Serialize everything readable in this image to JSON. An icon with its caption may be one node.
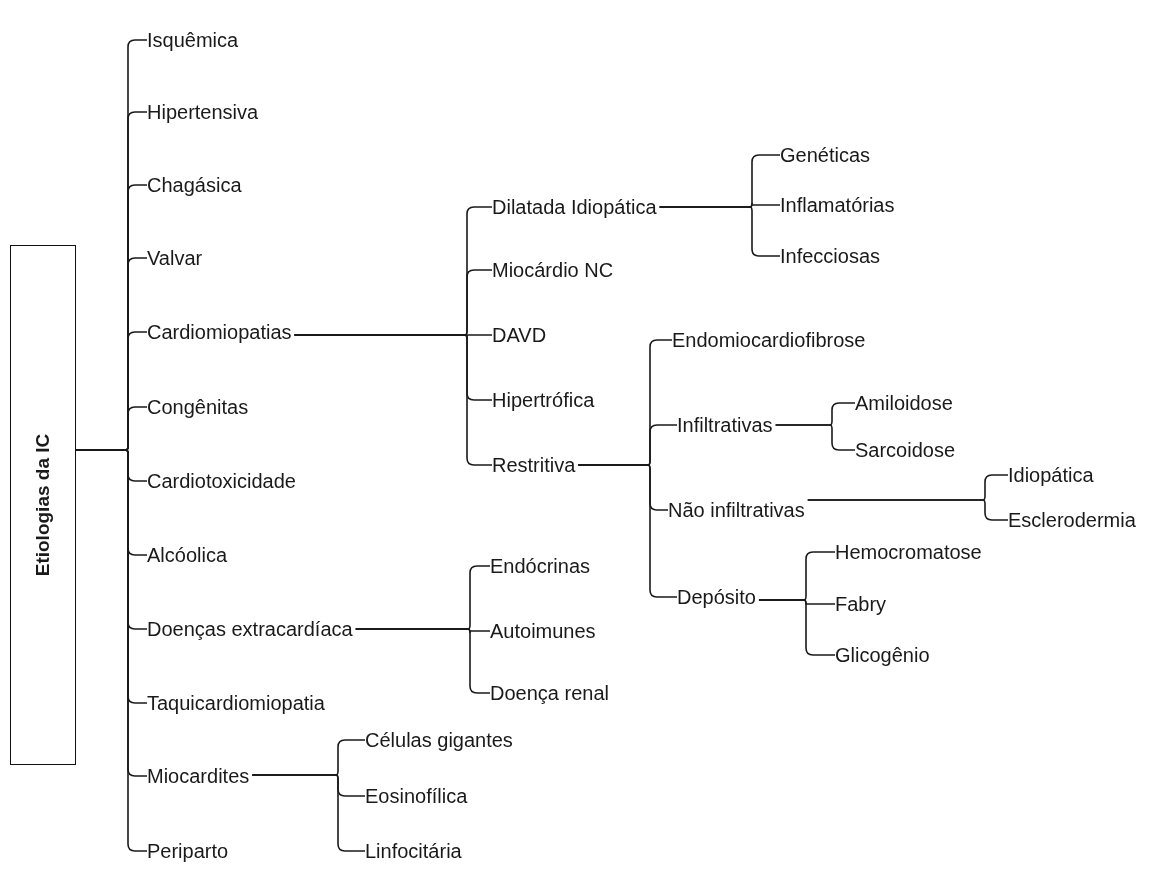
{
  "diagram": {
    "nodes": [
      {
        "text": [
          "Etiologias da IC"
        ]
      },
      {
        "text": [
          "Isquêmica"
        ]
      },
      {
        "text": [
          "Hipertensiva"
        ]
      },
      {
        "text": [
          "Chagásica"
        ]
      },
      {
        "text": [
          "Valvar"
        ]
      },
      {
        "text": [
          "Cardiomiopatias"
        ]
      },
      {
        "text": [
          "Congênitas"
        ]
      },
      {
        "text": [
          "Cardiotoxicidade"
        ]
      },
      {
        "text": [
          "Alcóolica"
        ]
      },
      {
        "text": [
          "Doenças extracardíaca"
        ]
      },
      {
        "text": [
          "Taquicardiomiopatia"
        ]
      },
      {
        "text": [
          "Miocardites"
        ]
      },
      {
        "text": [
          "Periparto"
        ]
      },
      {
        "text": [
          "Dilatada Idiopática"
        ]
      },
      {
        "text": [
          "Miocárdio NC"
        ]
      },
      {
        "text": [
          "DAVD"
        ]
      },
      {
        "text": [
          "Hipertrófica"
        ]
      },
      {
        "text": [
          "Restritiva"
        ]
      },
      {
        "text": [
          "Genéticas"
        ]
      },
      {
        "text": [
          "Inflamatórias"
        ]
      },
      {
        "text": [
          "Infecciosas"
        ]
      },
      {
        "text": [
          "Endomiocardiofibrose"
        ]
      },
      {
        "text": [
          "Infiltrativas"
        ]
      },
      {
        "text": [
          "Não infiltrativas"
        ]
      },
      {
        "text": [
          "Depósito"
        ]
      },
      {
        "text": [
          "Amiloidose"
        ]
      },
      {
        "text": [
          "Sarcoidose"
        ]
      },
      {
        "text": [
          "Idiopática"
        ]
      },
      {
        "text": [
          "Esclerodermia"
        ]
      },
      {
        "text": [
          "Hemocromatose"
        ]
      },
      {
        "text": [
          "Fabry"
        ]
      },
      {
        "text": [
          "Glicogênio"
        ]
      },
      {
        "text": [
          "Endócrinas"
        ]
      },
      {
        "text": [
          "Autoimunes"
        ]
      },
      {
        "text": [
          "Doença renal"
        ]
      },
      {
        "text": [
          "Células gigantes"
        ]
      },
      {
        "text": [
          "Eosinofílica"
        ]
      },
      {
        "text": [
          "Linfocitária"
        ]
      }
    ],
    "edges": [
      {
        "from": 0,
        "to": 1,
        "arrow": "none"
      },
      {
        "from": 0,
        "to": 2,
        "arrow": "none"
      },
      {
        "from": 0,
        "to": 3,
        "arrow": "none"
      },
      {
        "from": 0,
        "to": 4,
        "arrow": "none"
      },
      {
        "from": 0,
        "to": 5,
        "arrow": "none"
      },
      {
        "from": 0,
        "to": 6,
        "arrow": "none"
      },
      {
        "from": 0,
        "to": 7,
        "arrow": "none"
      },
      {
        "from": 0,
        "to": 8,
        "arrow": "none"
      },
      {
        "from": 0,
        "to": 9,
        "arrow": "none"
      },
      {
        "from": 0,
        "to": 10,
        "arrow": "none"
      },
      {
        "from": 0,
        "to": 11,
        "arrow": "none"
      },
      {
        "from": 0,
        "to": 12,
        "arrow": "none"
      },
      {
        "from": 5,
        "to": 13,
        "arrow": "none"
      },
      {
        "from": 5,
        "to": 14,
        "arrow": "none"
      },
      {
        "from": 5,
        "to": 15,
        "arrow": "none"
      },
      {
        "from": 5,
        "to": 16,
        "arrow": "none"
      },
      {
        "from": 5,
        "to": 17,
        "arrow": "none"
      },
      {
        "from": 13,
        "to": 18,
        "arrow": "none"
      },
      {
        "from": 13,
        "to": 19,
        "arrow": "none"
      },
      {
        "from": 13,
        "to": 20,
        "arrow": "none"
      },
      {
        "from": 17,
        "to": 21,
        "arrow": "none"
      },
      {
        "from": 17,
        "to": 22,
        "arrow": "none"
      },
      {
        "from": 17,
        "to": 23,
        "arrow": "none"
      },
      {
        "from": 17,
        "to": 24,
        "arrow": "none"
      },
      {
        "from": 22,
        "to": 25,
        "arrow": "none"
      },
      {
        "from": 22,
        "to": 26,
        "arrow": "none"
      },
      {
        "from": 23,
        "to": 27,
        "arrow": "none"
      },
      {
        "from": 23,
        "to": 28,
        "arrow": "none"
      },
      {
        "from": 24,
        "to": 29,
        "arrow": "none"
      },
      {
        "from": 24,
        "to": 30,
        "arrow": "none"
      },
      {
        "from": 24,
        "to": 31,
        "arrow": "none"
      },
      {
        "from": 9,
        "to": 32,
        "arrow": "none"
      },
      {
        "from": 9,
        "to": 33,
        "arrow": "none"
      },
      {
        "from": 9,
        "to": 34,
        "arrow": "none"
      },
      {
        "from": 11,
        "to": 35,
        "arrow": "none"
      },
      {
        "from": 11,
        "to": 36,
        "arrow": "none"
      },
      {
        "from": 11,
        "to": 37,
        "arrow": "none"
      }
    ]
  }
}
